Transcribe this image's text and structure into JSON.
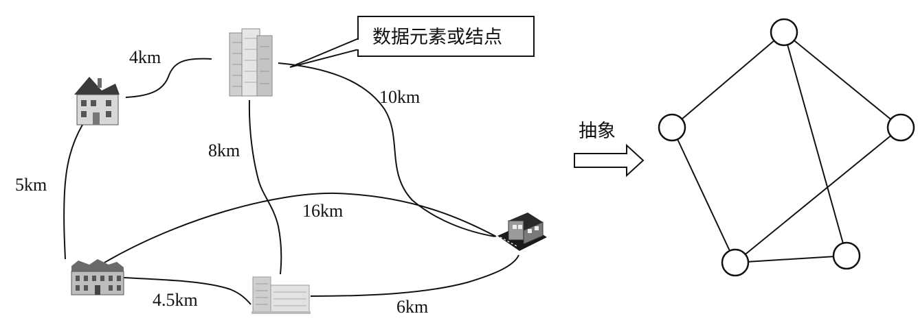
{
  "left_map": {
    "callout_text": "数据元素或结点",
    "distances": [
      "4km",
      "10km",
      "8km",
      "5km",
      "16km",
      "4.5km",
      "6km"
    ]
  },
  "arrow": {
    "label": "抽象"
  },
  "graph": {
    "node_count": 5,
    "edges": [
      [
        0,
        1
      ],
      [
        0,
        2
      ],
      [
        0,
        4
      ],
      [
        1,
        3
      ],
      [
        2,
        3
      ],
      [
        3,
        4
      ]
    ]
  }
}
